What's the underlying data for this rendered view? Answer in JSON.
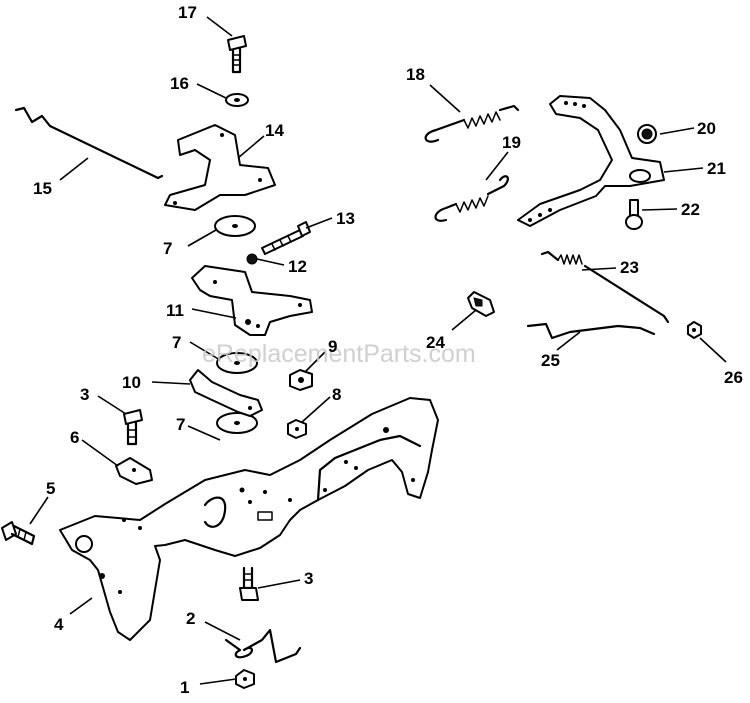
{
  "watermark": "eReplacementParts.com",
  "callouts": {
    "c1": "1",
    "c2": "2",
    "c3a": "3",
    "c3b": "3",
    "c4": "4",
    "c5": "5",
    "c6": "6",
    "c7a": "7",
    "c7b": "7",
    "c7c": "7",
    "c8": "8",
    "c9": "9",
    "c10": "10",
    "c11": "11",
    "c12": "12",
    "c13": "13",
    "c14": "14",
    "c15": "15",
    "c16": "16",
    "c17": "17",
    "c18": "18",
    "c19": "19",
    "c20": "20",
    "c21": "21",
    "c22": "22",
    "c23": "23",
    "c24": "24",
    "c25": "25",
    "c26": "26"
  }
}
